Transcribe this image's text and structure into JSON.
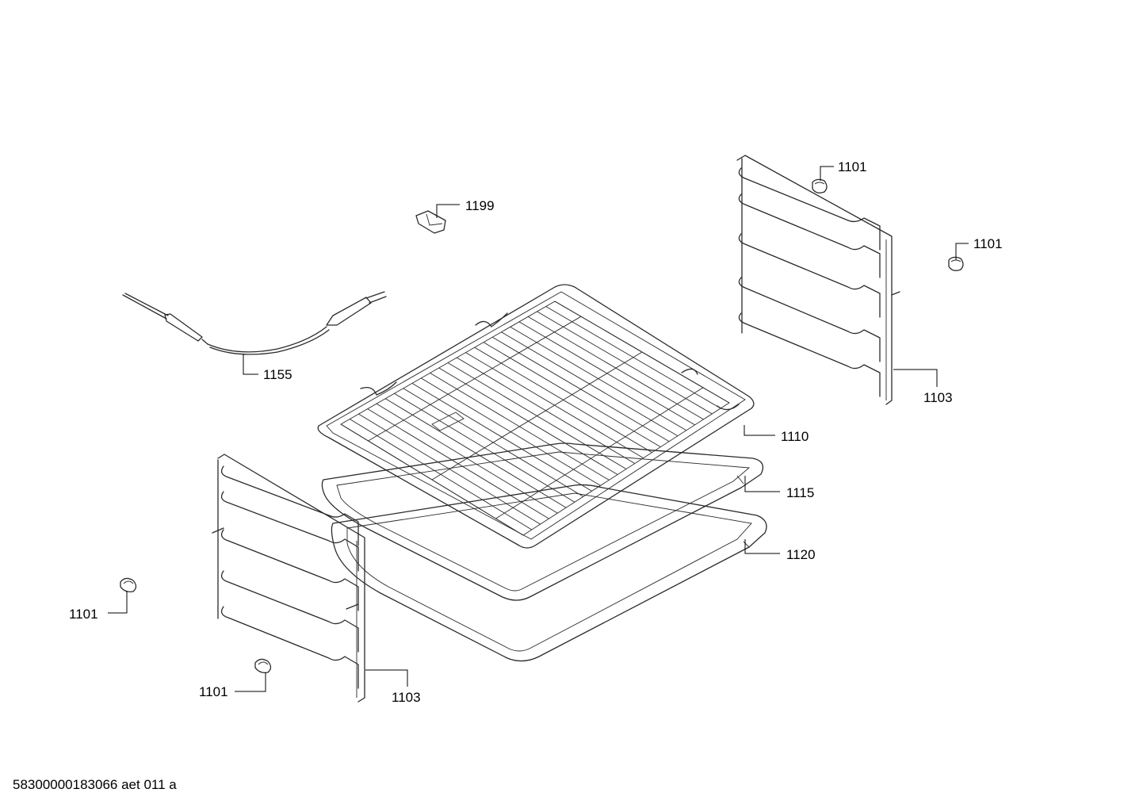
{
  "footer": {
    "drawing_id": "58300000183066 aet 011 a"
  },
  "labels": {
    "p1101_a": "1101",
    "p1101_b": "1101",
    "p1101_c": "1101",
    "p1101_d": "1101",
    "p1103_right": "1103",
    "p1103_left": "1103",
    "p1110": "1110",
    "p1115": "1115",
    "p1120": "1120",
    "p1155": "1155",
    "p1199": "1199"
  }
}
